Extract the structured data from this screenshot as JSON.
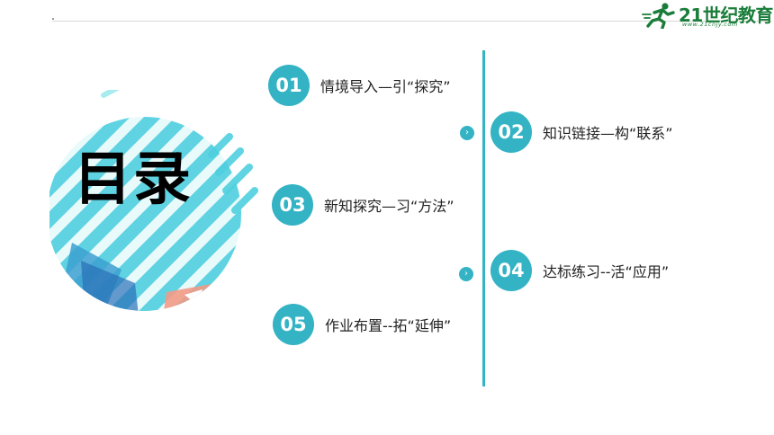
{
  "logo": {
    "brand": "21世纪教育",
    "url": "www.21cnjy.com",
    "color": "#1a7d3a"
  },
  "title": "目录",
  "accent": "#33b3c4",
  "items": [
    {
      "num": "01",
      "label": "情境导入—引“探究”"
    },
    {
      "num": "02",
      "label": "知识链接—构“联系”"
    },
    {
      "num": "03",
      "label": "新知探究—习“方法”"
    },
    {
      "num": "04",
      "label": "达标练习--活“应用”"
    },
    {
      "num": "05",
      "label": "作业布置--拓“延伸”"
    }
  ],
  "icons": {
    "arrow": "chevron-right-icon"
  }
}
